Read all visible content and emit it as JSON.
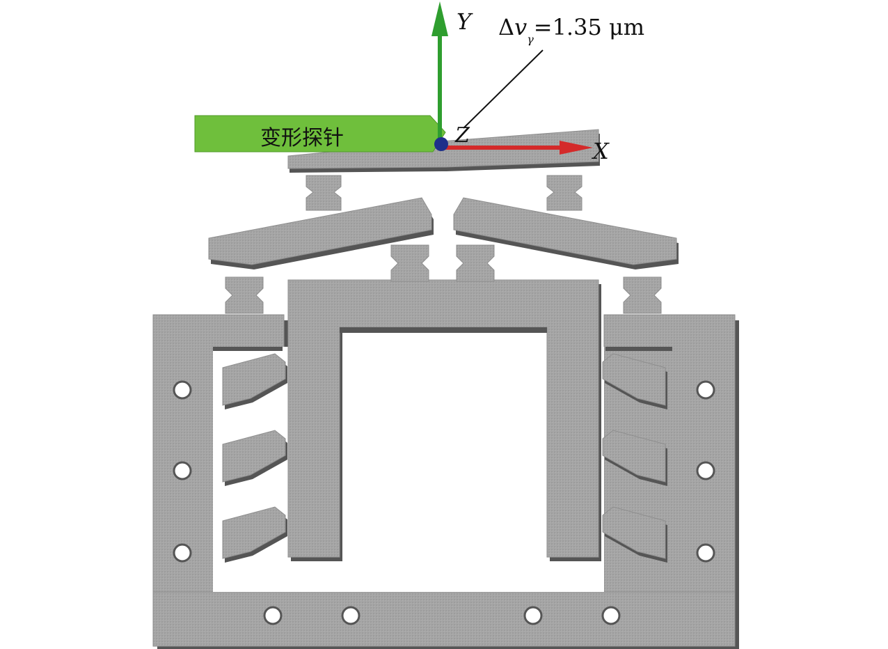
{
  "probe": {
    "label": "变形探针"
  },
  "axes": {
    "x_label": "X",
    "y_label": "Y",
    "z_label": "Z"
  },
  "annotation": {
    "delta": "Δ",
    "var": "v",
    "sub": "γ",
    "value": "=1.35 μm"
  },
  "colors": {
    "probe": "#6fbf3c",
    "y_axis": "#2f9e2f",
    "x_axis": "#d42a2a",
    "origin": "#1e2f8a",
    "part": "#a4a4a4",
    "part_shadow": "#555555"
  }
}
